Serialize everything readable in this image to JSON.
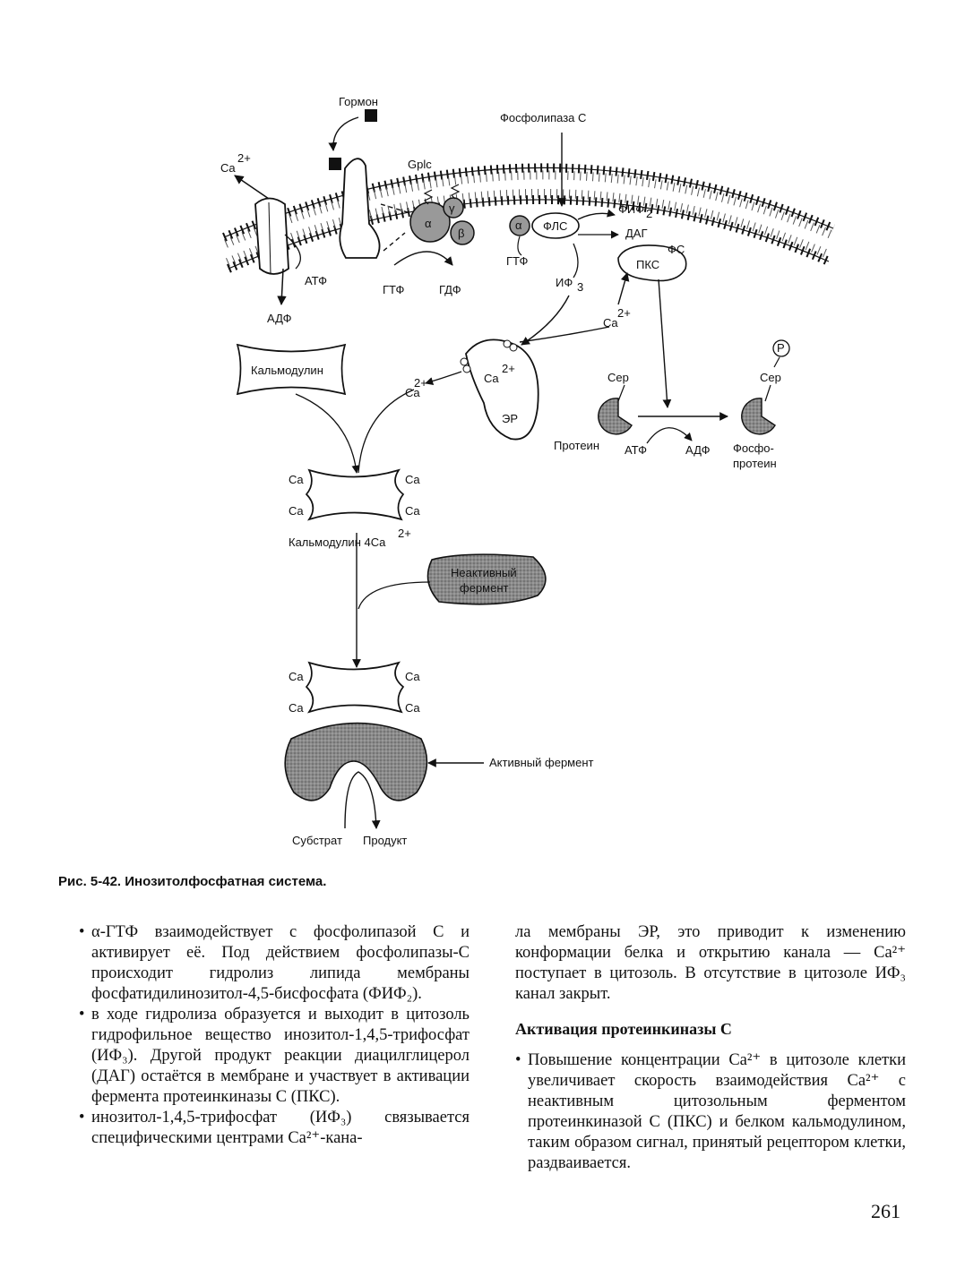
{
  "figure": {
    "labels": {
      "hormone": "Гормон",
      "phospholipase": "Фосфолипаза С",
      "ca_top": "Ca",
      "ca_sup": "2+",
      "gplc": "Gplc",
      "alpha": "α",
      "gamma": "γ",
      "beta": "β",
      "alpha2": "α",
      "fls": "ФЛС",
      "fif": "ФИФ",
      "fif_sub": "2",
      "dag": "ДАГ",
      "fs": "ФС",
      "pks": "ПКС",
      "atf1": "АТФ",
      "adf1": "АДФ",
      "gtf1": "ГТФ",
      "gdf": "ГДФ",
      "gtf2": "ГТФ",
      "if3": "ИФ",
      "if3_sub": "3",
      "ca_mid": "Ca",
      "ca_mid_sup": "2+",
      "calmodulin": "Кальмодулин",
      "ca_left": "Ca",
      "ca_left_sup": "2+",
      "er_ca": "Ca",
      "er_ca_sup": "2+",
      "er": "ЭР",
      "ser1": "Сер",
      "ser2": "Сер",
      "p": "P",
      "protein": "Протеин",
      "atf2": "АТФ",
      "adf2": "АДФ",
      "phospho1": "Фосфо-",
      "phospho2": "протеин",
      "ca_site": "Ca",
      "calmodulin4ca": "Кальмодулин 4Ca",
      "calmodulin4ca_sup": "2+",
      "inactive1": "Неактивный",
      "inactive2": "фермент",
      "active": "Активный фермент",
      "substrate": "Субстрат",
      "product": "Продукт"
    }
  },
  "caption": "Рис. 5-42. Инозитолфосфатная система.",
  "left_column": {
    "items": [
      "α-ГТФ взаимодействует с фосфолипазой С и активирует её. Под действием фосфолипазы-С происходит гидролиз липида мембраны фосфатидилинозитол-4,5-бисфосфата (ФИФ₂).",
      "в ходе гидролиза образуется и выходит в цитозоль гидрофильное вещество инозитол-1,4,5-трифосфат (ИФ₃). Другой продукт реакции диацилглицерол (ДАГ) остаётся в мембране и участвует в активации фермента протеинкиназы С (ПКС).",
      "инозитол-1,4,5-трифосфат (ИФ₃) связывается специфическими центрами Ca²⁺-кана-"
    ]
  },
  "right_column": {
    "continuation": "ла мембраны ЭР, это приводит к изменению конформации белка и открытию канала — Ca²⁺ поступает в цитозоль. В отсутствие в цитозоле ИФ₃ канал закрыт.",
    "section_title": "Активация протеинкиназы С",
    "items": [
      "Повышение концентрации Ca²⁺ в цитозоле клетки увеличивает скорость взаимодействия Ca²⁺ с неактивным цитозольным ферментом протеинкиназой С (ПКС) и белком кальмодулином, таким образом сигнал, принятый рецептором клетки, раздваивается."
    ]
  },
  "page_number": "261"
}
